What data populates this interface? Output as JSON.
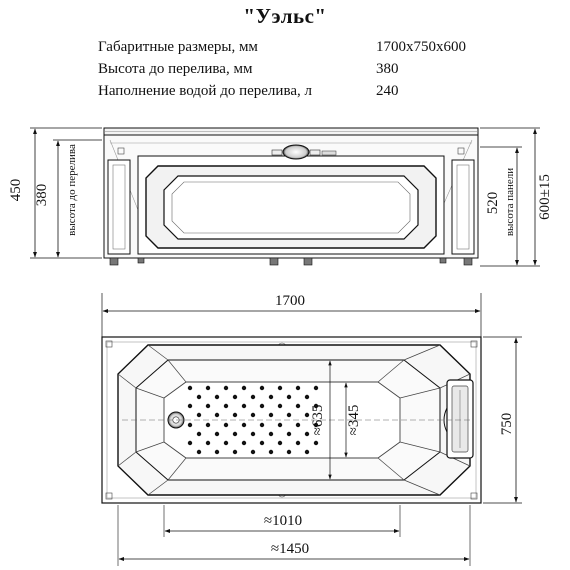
{
  "title": "\"Уэльс\"",
  "specs": [
    {
      "label": "Габаритные размеры, мм",
      "value": "1700x750x600"
    },
    {
      "label": "Высота до перелива, мм",
      "value": "380"
    },
    {
      "label": "Наполнение водой до перелива, л",
      "value": "240"
    }
  ],
  "front_view": {
    "dim_total_height": "450",
    "dim_overflow_height": "380",
    "label_overflow": "высота до перелива",
    "dim_panel_height": "520",
    "label_panel": "высота панели",
    "dim_total_with_panel": "600±15"
  },
  "top_view": {
    "dim_length": "1700",
    "dim_width": "750",
    "dim_inner_width": "≈635",
    "dim_bottom_width": "≈345",
    "dim_bottom_length": "≈1010",
    "dim_inner_length": "≈1450"
  }
}
